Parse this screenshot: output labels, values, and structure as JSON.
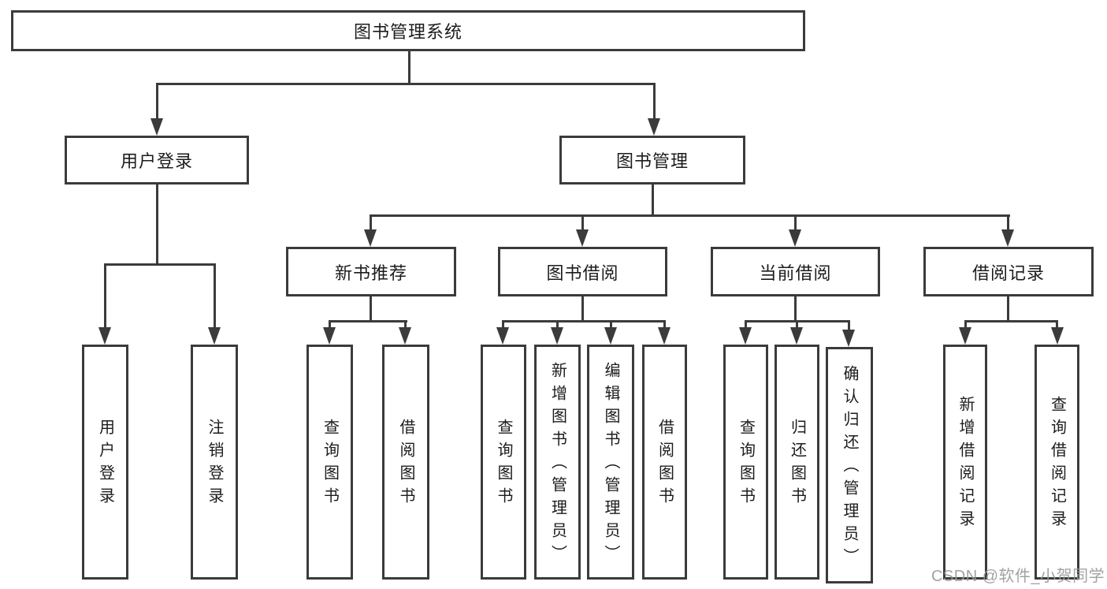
{
  "diagram": {
    "title": "图书管理系统",
    "root": {
      "label": "图书管理系统"
    },
    "level2": [
      {
        "label": "用户登录"
      },
      {
        "label": "图书管理"
      }
    ],
    "level3": [
      {
        "label": "新书推荐"
      },
      {
        "label": "图书借阅"
      },
      {
        "label": "当前借阅"
      },
      {
        "label": "借阅记录"
      }
    ],
    "leaves": [
      {
        "parent": "用户登录",
        "label": "用户登录"
      },
      {
        "parent": "用户登录",
        "label": "注销登录"
      },
      {
        "parent": "新书推荐",
        "label": "查询图书"
      },
      {
        "parent": "新书推荐",
        "label": "借阅图书"
      },
      {
        "parent": "图书借阅",
        "label": "查询图书"
      },
      {
        "parent": "图书借阅",
        "label": "新增图书（管理员）"
      },
      {
        "parent": "图书借阅",
        "label": "编辑图书（管理员）"
      },
      {
        "parent": "图书借阅",
        "label": "借阅图书"
      },
      {
        "parent": "当前借阅",
        "label": "查询图书"
      },
      {
        "parent": "当前借阅",
        "label": "归还图书"
      },
      {
        "parent": "当前借阅",
        "label": "确认归还（管理员）"
      },
      {
        "parent": "借阅记录",
        "label": "新增借阅记录"
      },
      {
        "parent": "借阅记录",
        "label": "查询借阅记录"
      }
    ],
    "watermark": "CSDN @软件_小贺同学",
    "colors": {
      "line": "#3b3b3b",
      "text": "#1c1c1c",
      "watermark": "#9b9b9b",
      "background": "#ffffff"
    }
  }
}
